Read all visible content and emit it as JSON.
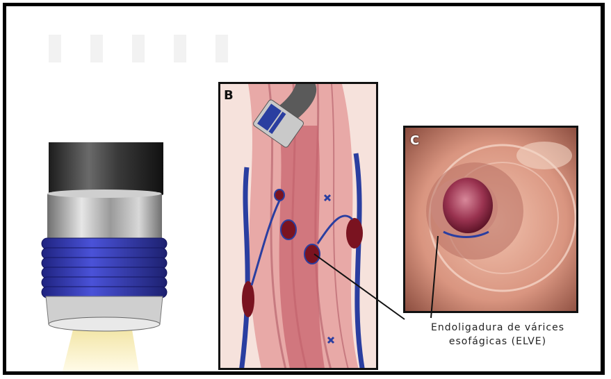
{
  "panels": {
    "b_label": "B",
    "c_label": "C"
  },
  "caption": {
    "line1": "Endoligadura de várices",
    "line2": "esofágicas (ELVE)"
  },
  "colors": {
    "band_blue": "#3a3fc0",
    "vein_blue": "#2a3ea0",
    "tissue_pink": "#e8a9a7",
    "varix_red": "#7a1320",
    "metal": "#b7b7b7"
  }
}
